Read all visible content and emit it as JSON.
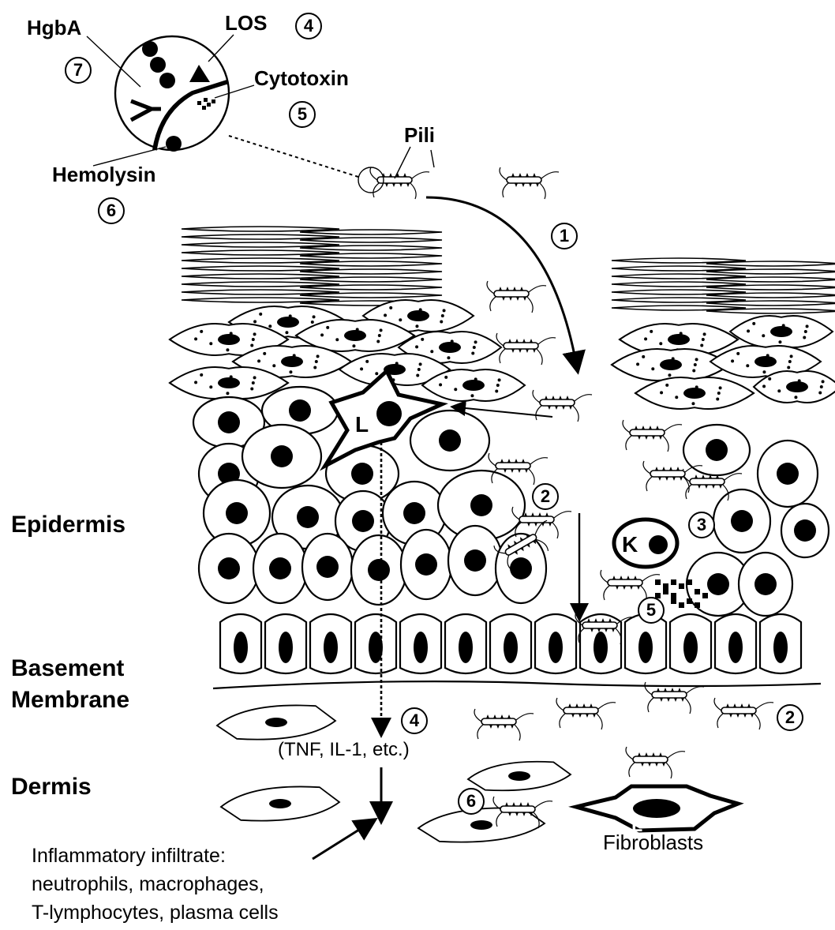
{
  "labels": {
    "hgba": "HgbA",
    "los": "LOS",
    "cytotoxin": "Cytotoxin",
    "hemolysin": "Hemolysin",
    "pili": "Pili",
    "epidermis": "Epidermis",
    "basement_line1": "Basement",
    "basement_line2": "Membrane",
    "dermis": "Dermis",
    "cytokines": "(TNF, IL-1, etc.)",
    "fibroblasts": "Fibroblasts",
    "infiltrate_line1": "Inflammatory infiltrate:",
    "infiltrate_line2": "neutrophils, macrophages,",
    "infiltrate_line3": "T-lymphocytes, plasma cells",
    "langerhans": "L",
    "keratinocyte": "K",
    "fibroblast_letter": "F"
  },
  "markers": {
    "m1": "1",
    "m2_upper": "2",
    "m2_lower": "2",
    "m3": "3",
    "m4_top": "4",
    "m4_dermis": "4",
    "m5_top": "5",
    "m5_epi": "5",
    "m6_top": "6",
    "m6_dermis": "6",
    "m7": "7"
  }
}
